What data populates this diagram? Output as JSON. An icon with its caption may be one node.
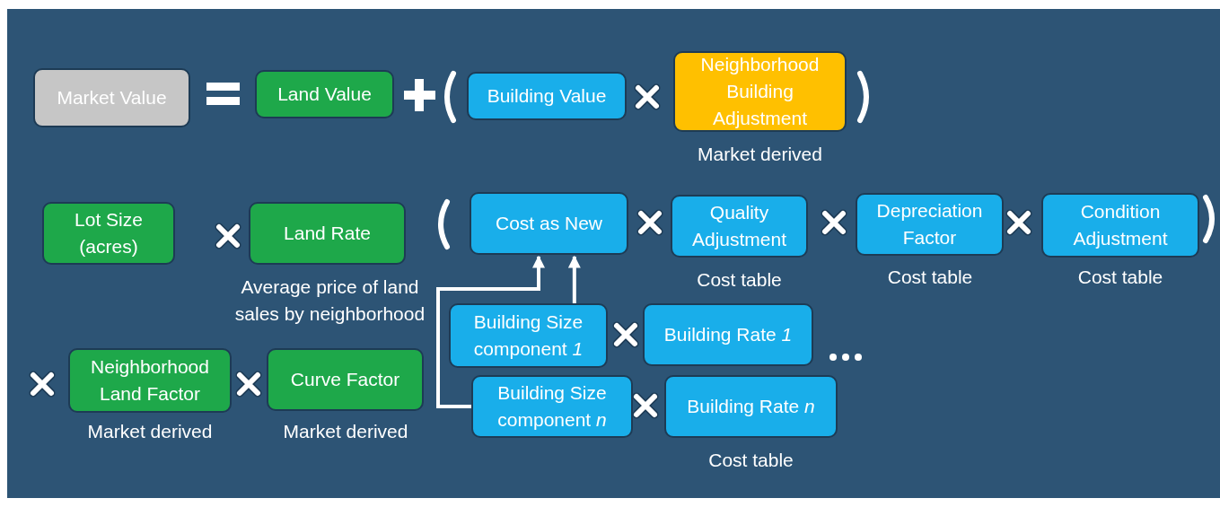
{
  "diagram": {
    "nodes": [
      {
        "text": [
          "Market Value"
        ]
      },
      {
        "text": [
          "Land Value"
        ]
      },
      {
        "text": [
          "Building Value"
        ]
      },
      {
        "text": [
          "Neighborhood Building Adjustment"
        ],
        "beside": [
          "Market derived"
        ]
      },
      {
        "text": [
          "Lot Size (acres)"
        ]
      },
      {
        "text": [
          "Land Rate"
        ],
        "beside": [
          "Average price of land sales by neighborhood"
        ]
      },
      {
        "text": [
          "Neighborhood Land Factor"
        ],
        "beside": [
          "Market derived"
        ]
      },
      {
        "text": [
          "Curve Factor"
        ],
        "beside": [
          "Market derived"
        ]
      },
      {
        "text": [
          "Cost as New"
        ]
      },
      {
        "text": [
          "Quality Adjustment"
        ],
        "beside": [
          "Cost table"
        ]
      },
      {
        "text": [
          "Depreciation Factor"
        ],
        "beside": [
          "Cost table"
        ]
      },
      {
        "text": [
          "Condition Adjustment"
        ],
        "beside": [
          "Cost table"
        ]
      },
      {
        "text": [
          "Building Size component *1*"
        ]
      },
      {
        "text": [
          "Building Rate *1*"
        ]
      },
      {
        "text": [
          "Building Size component *n*"
        ]
      },
      {
        "text": [
          "Building Rate *n*"
        ],
        "beside": [
          "Cost table"
        ]
      }
    ],
    "edges": [
      {
        "from": 12,
        "to": 8,
        "arrow": "to"
      },
      {
        "from": 14,
        "to": 8,
        "arrow": "to"
      }
    ]
  }
}
